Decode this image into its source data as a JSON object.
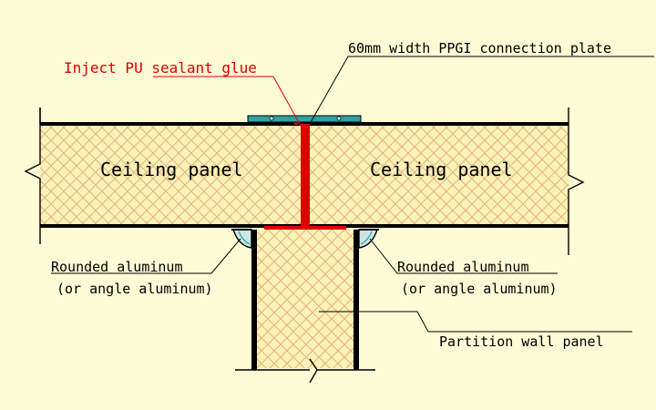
{
  "labels": {
    "sealant": "Inject PU sealant glue",
    "plate": "60mm width PPGI connection plate",
    "ceiling_left": "Ceiling panel",
    "ceiling_right": "Ceiling panel",
    "alu_left_line1": "Rounded aluminum",
    "alu_left_line2": "(or angle aluminum)",
    "alu_right_line1": "Rounded aluminum",
    "alu_right_line2": "(or angle aluminum)",
    "partition": "Partition wall panel"
  },
  "colors": {
    "background": "#fdfad6",
    "core_fill": "#fbf2b8",
    "hatch": "#e8b27a",
    "outline": "#000000",
    "sealant": "#e00000",
    "plate": "#2fa3a3"
  }
}
